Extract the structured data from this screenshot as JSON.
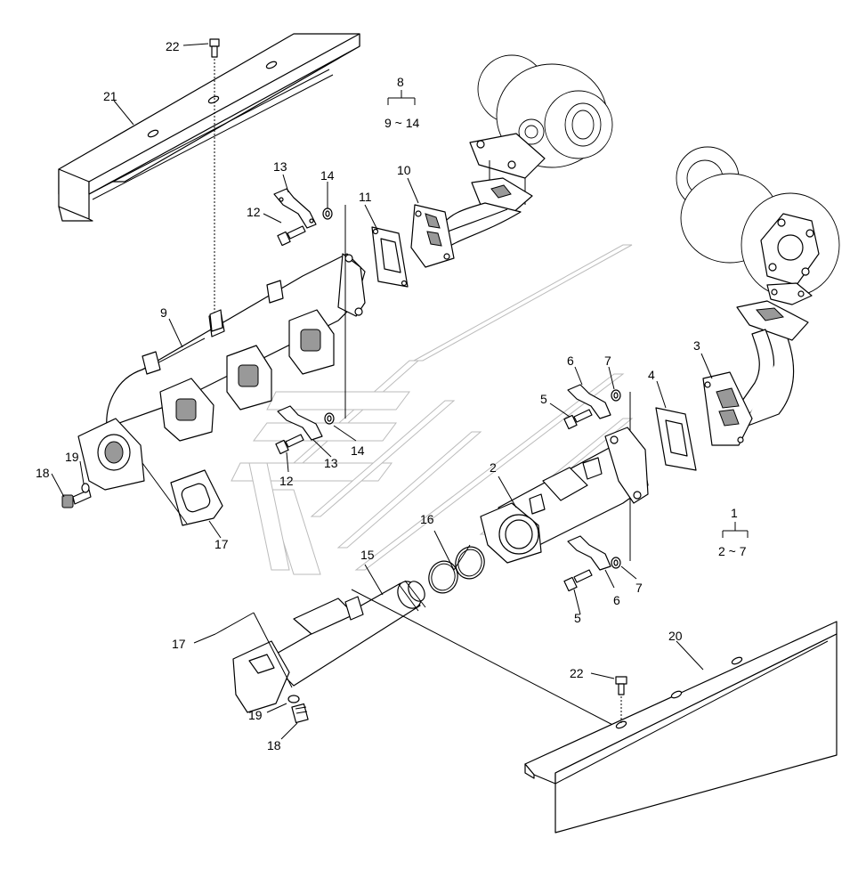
{
  "callouts": [
    {
      "id": "c21a",
      "text": "21"
    },
    {
      "id": "c22a",
      "text": "22"
    },
    {
      "id": "c8",
      "text": "8"
    },
    {
      "id": "c9to14",
      "text": "9 ~ 14"
    },
    {
      "id": "c13a",
      "text": "13"
    },
    {
      "id": "c14a",
      "text": "14"
    },
    {
      "id": "c12a",
      "text": "12"
    },
    {
      "id": "c11",
      "text": "11"
    },
    {
      "id": "c10",
      "text": "10"
    },
    {
      "id": "c9",
      "text": "9"
    },
    {
      "id": "c3",
      "text": "3"
    },
    {
      "id": "c4",
      "text": "4"
    },
    {
      "id": "c6a",
      "text": "6"
    },
    {
      "id": "c7a",
      "text": "7"
    },
    {
      "id": "c5a",
      "text": "5"
    },
    {
      "id": "c14b",
      "text": "14"
    },
    {
      "id": "c13b",
      "text": "13"
    },
    {
      "id": "c12b",
      "text": "12"
    },
    {
      "id": "c2",
      "text": "2"
    },
    {
      "id": "c1",
      "text": "1"
    },
    {
      "id": "c2to7",
      "text": "2 ~ 7"
    },
    {
      "id": "c18a",
      "text": "18"
    },
    {
      "id": "c19a",
      "text": "19"
    },
    {
      "id": "c17a",
      "text": "17"
    },
    {
      "id": "c16",
      "text": "16"
    },
    {
      "id": "c15",
      "text": "15"
    },
    {
      "id": "c7b",
      "text": "7"
    },
    {
      "id": "c6b",
      "text": "6"
    },
    {
      "id": "c5b",
      "text": "5"
    },
    {
      "id": "c17b",
      "text": "17"
    },
    {
      "id": "c20",
      "text": "20"
    },
    {
      "id": "c22b",
      "text": "22"
    },
    {
      "id": "c19b",
      "text": "19"
    },
    {
      "id": "c18b",
      "text": "18"
    }
  ]
}
